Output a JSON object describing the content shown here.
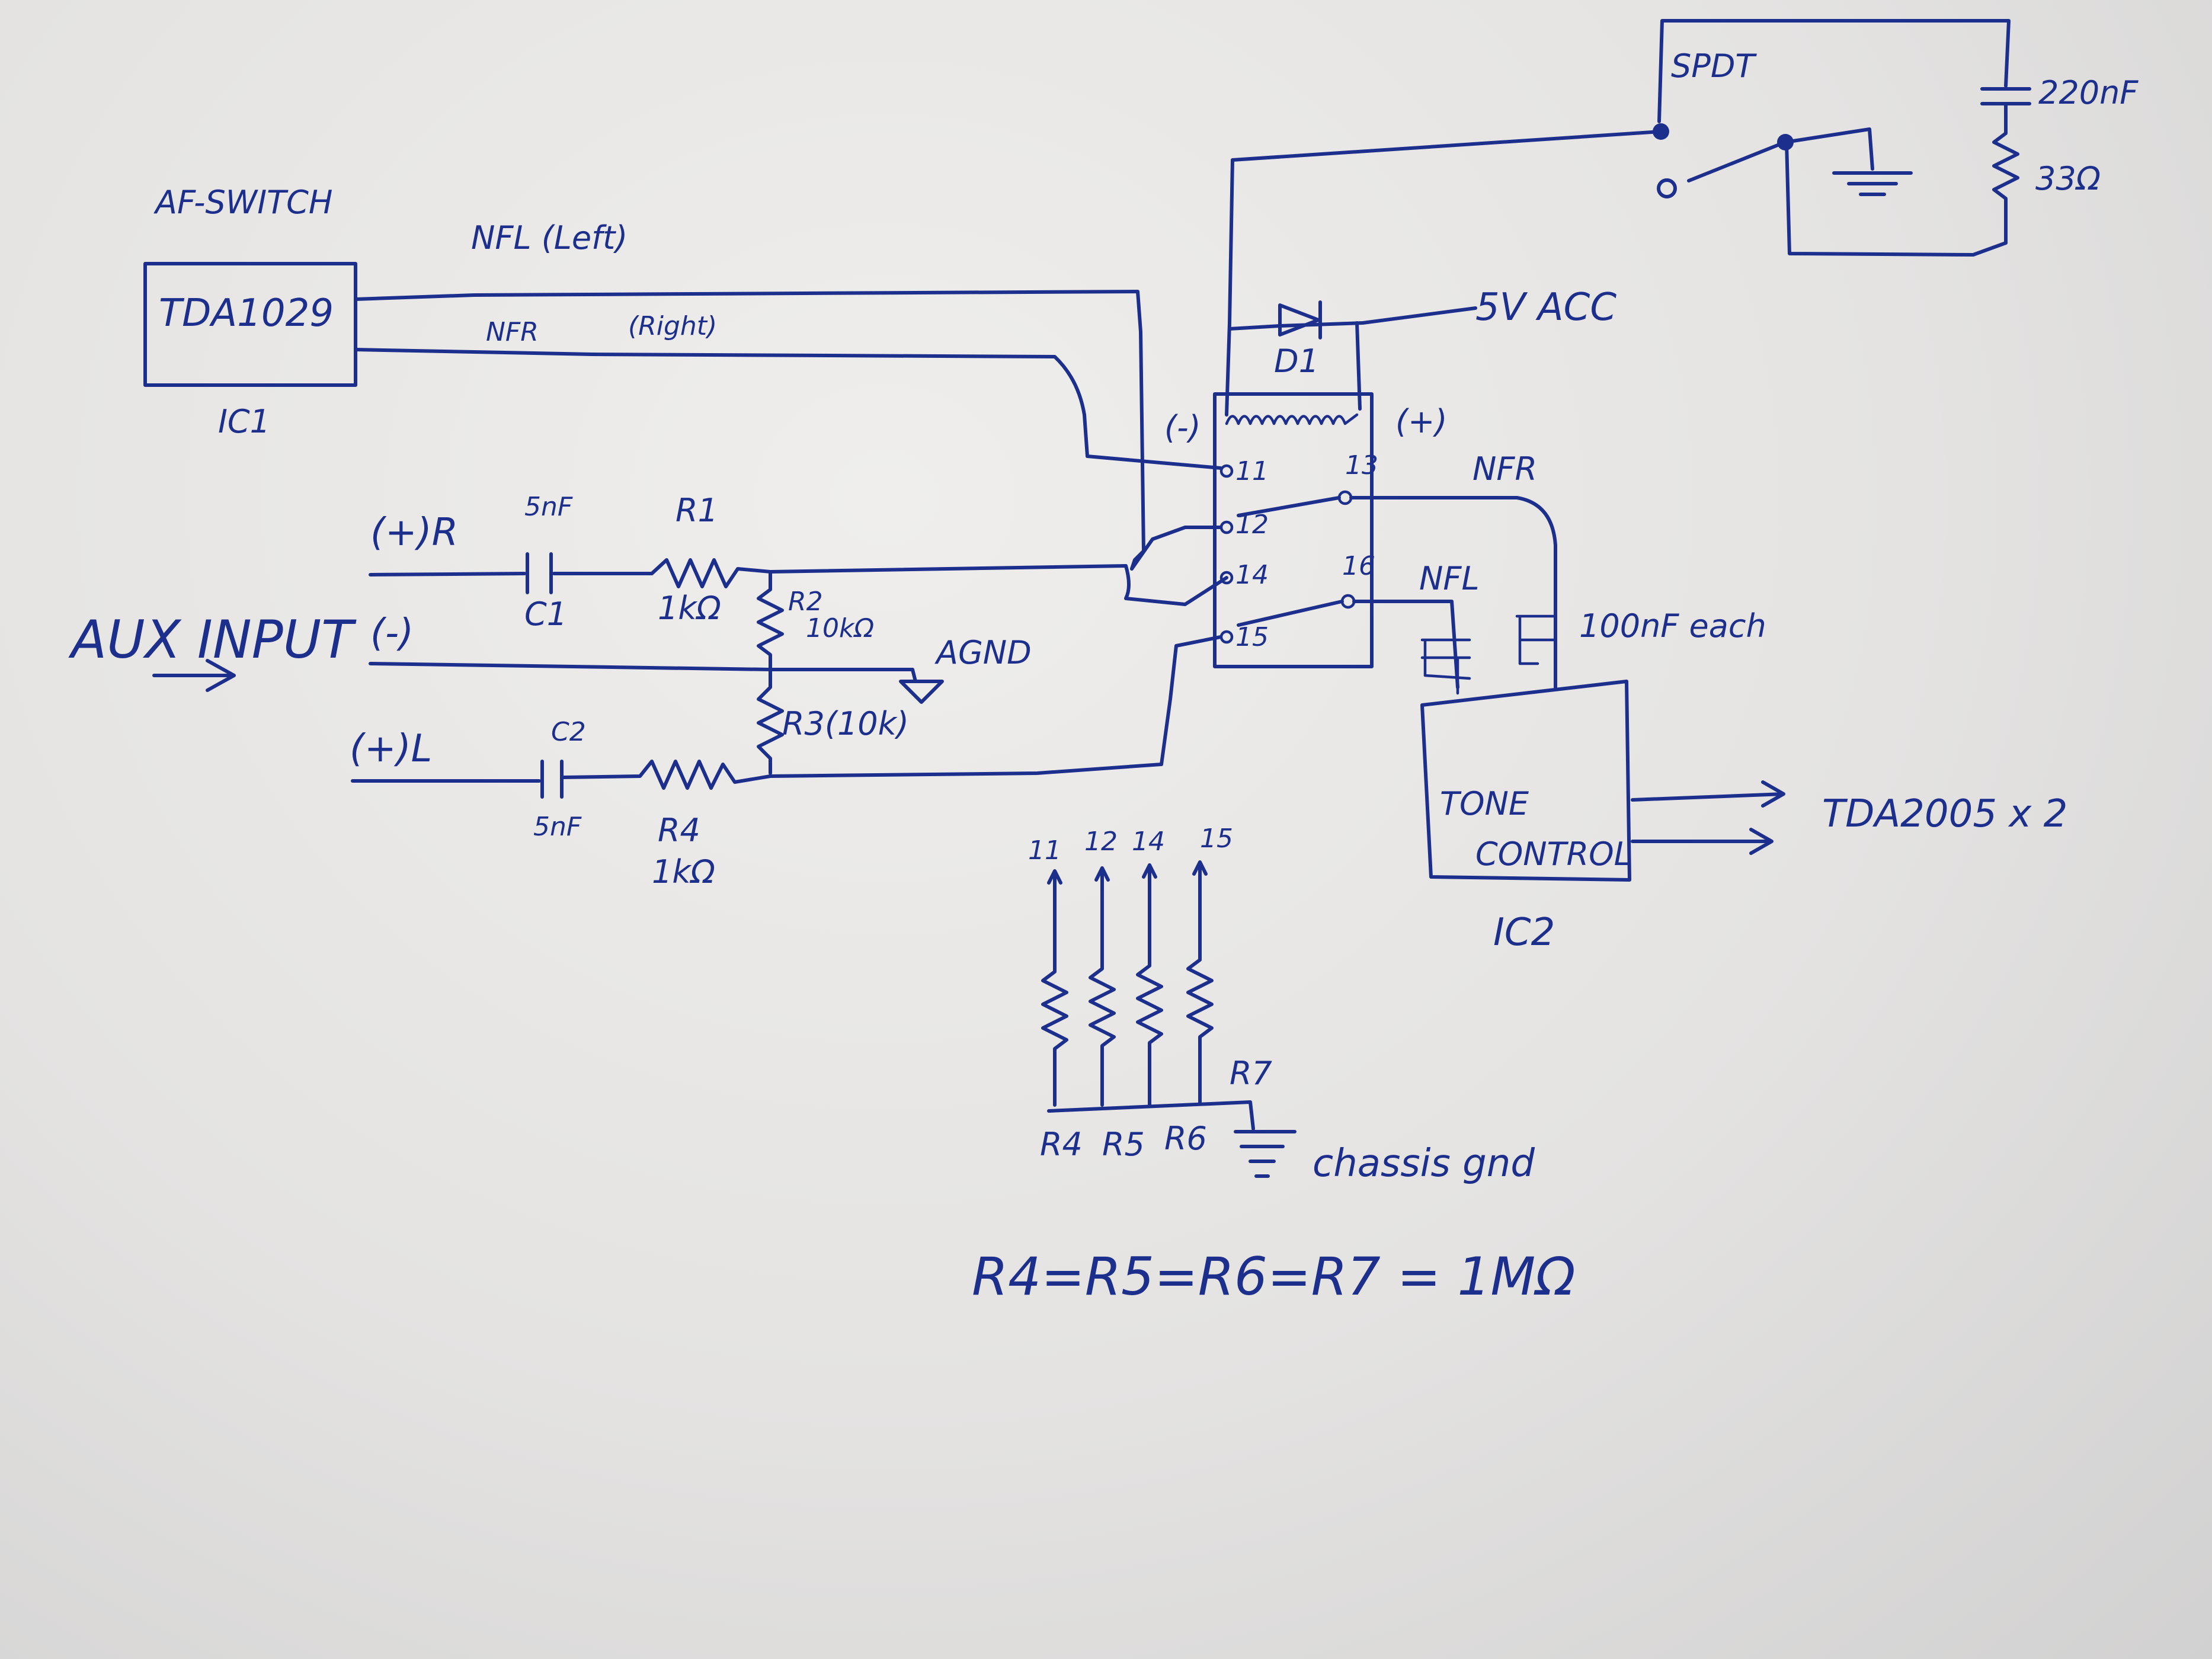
{
  "labels": {
    "af_switch": "AF-SWITCH",
    "ic1_part": "TDA1029",
    "ic1": "IC1",
    "nfl_left_top": "NFL (Left)",
    "nfr_word": "NFR",
    "right_word": "(Right)",
    "spdt": "SPDT",
    "cap_220": "220nF",
    "res_33": "33Ω",
    "acc_5v": "5V ACC",
    "d1": "D1",
    "relay_minus": "(-)",
    "relay_plus": "(+)",
    "pin11": "11",
    "pin12": "12",
    "pin13": "13",
    "pin14": "14",
    "pin15": "15",
    "pin16": "16",
    "nfr_right": "NFR",
    "nfl_right": "NFL",
    "caps_100": "100nF each",
    "in_plus_r": "(+)R",
    "c1_val": "5nF",
    "r1": "R1",
    "c1": "C1",
    "r1_val": "1kΩ",
    "r2": "R2",
    "r2_val": "10kΩ",
    "aux_input": "AUX INPUT",
    "in_minus": "(-)",
    "agnd": "AGND",
    "r3": "R3(10k)",
    "in_plus_l": "(+)L",
    "c2": "C2",
    "c2_val": "5nF",
    "r4_left": "R4",
    "r4_val": "1kΩ",
    "tone1": "TONE",
    "tone2": "CONTROL",
    "ic2": "IC2",
    "output": "TDA2005 x 2",
    "pd_11": "11",
    "pd_12": "12",
    "pd_14": "14",
    "pd_15": "15",
    "r4": "R4",
    "r5": "R5",
    "r6": "R6",
    "r7": "R7",
    "gnd_note": "chassis gnd",
    "equation": "R4=R5=R6=R7 = 1MΩ"
  },
  "colors": {
    "ink": "#1d2f8c",
    "paper": "#e8e7e5"
  }
}
